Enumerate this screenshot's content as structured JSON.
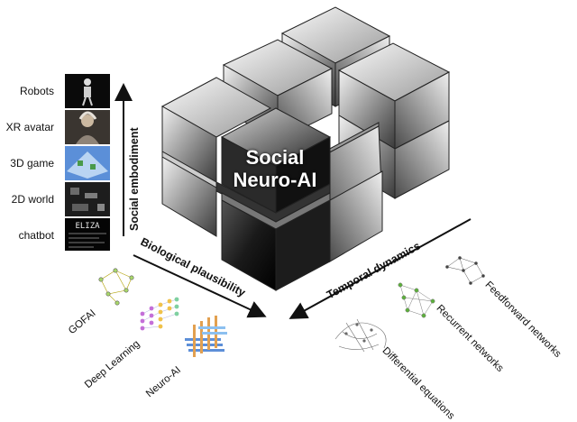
{
  "title": {
    "line1": "Social",
    "line2": "Neuro-AI"
  },
  "axes": {
    "social_embodiment": "Social embodiment",
    "biological_plausibility": "Biological plausibility",
    "temporal_dynamics": "Temporal dynamics"
  },
  "embodiment_levels": [
    "Robots",
    "XR avatar",
    "3D game",
    "2D world",
    "chatbot"
  ],
  "chatbot_screen_text": "ELIZA",
  "plausibility_levels": [
    "GOFAI",
    "Deep Learning",
    "Neuro-AI"
  ],
  "dynamics_levels": [
    "Differential equations",
    "Recurrent networks",
    "Feedforward networks"
  ],
  "colors": {
    "cube_dark": "#111111",
    "cube_light": "#e8e8e8",
    "arrow": "#111111"
  }
}
